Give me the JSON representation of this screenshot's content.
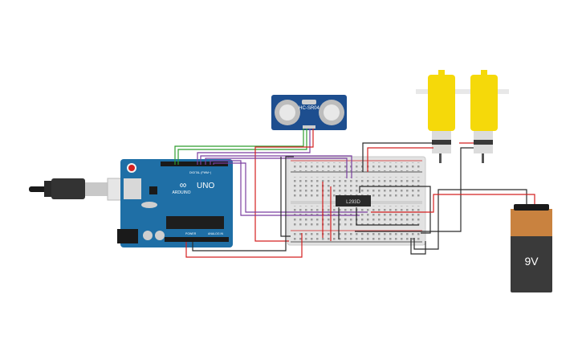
{
  "sensor": {
    "label": "HC-SR04"
  },
  "arduino": {
    "logo": "∞",
    "brand": "ARDUINO",
    "model": "UNO",
    "digital_label": "DIGITAL (PWM~)",
    "power_label": "POWER",
    "analog_label": "ANALOG IN"
  },
  "driver": {
    "label": "L293D"
  },
  "battery": {
    "label": "9V"
  },
  "colors": {
    "wire_black": "#2b2b2b",
    "wire_red": "#d42020",
    "wire_green": "#2e9e2e",
    "wire_purple": "#7b3fa0",
    "board_blue": "#1f6fa6",
    "motor_yellow": "#f5d90a",
    "battery_copper": "#c9823f"
  }
}
